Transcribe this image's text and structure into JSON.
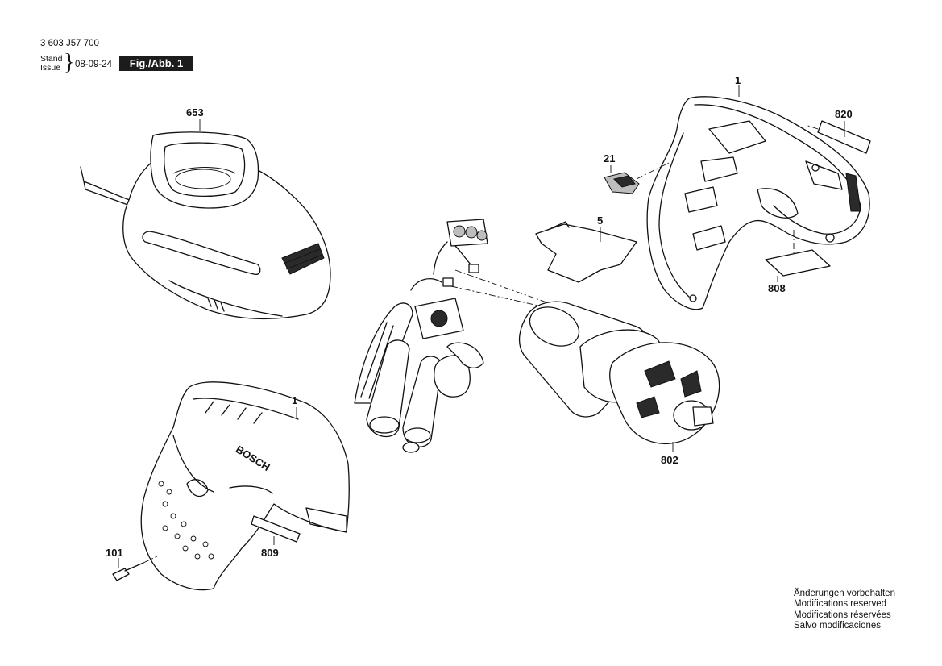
{
  "header": {
    "part_number": "3 603 J57 700",
    "stand_label": "Stand",
    "issue_label": "Issue",
    "issue_date": "08-09-24",
    "figure_badge": "Fig./Abb. 1"
  },
  "callouts": {
    "housing_shell_right": "1",
    "label_820": "820",
    "knob_21": "21",
    "plate_5": "5",
    "label_808": "808",
    "charger_653": "653",
    "housing_shell_left": "1",
    "motor_gear_802": "802",
    "screw_101": "101",
    "label_809": "809"
  },
  "notes": [
    "Änderungen vorbehalten",
    "Modifications reserved",
    "Modifications réservées",
    "Salvo modificaciones"
  ],
  "logo_text": "BOSCH"
}
